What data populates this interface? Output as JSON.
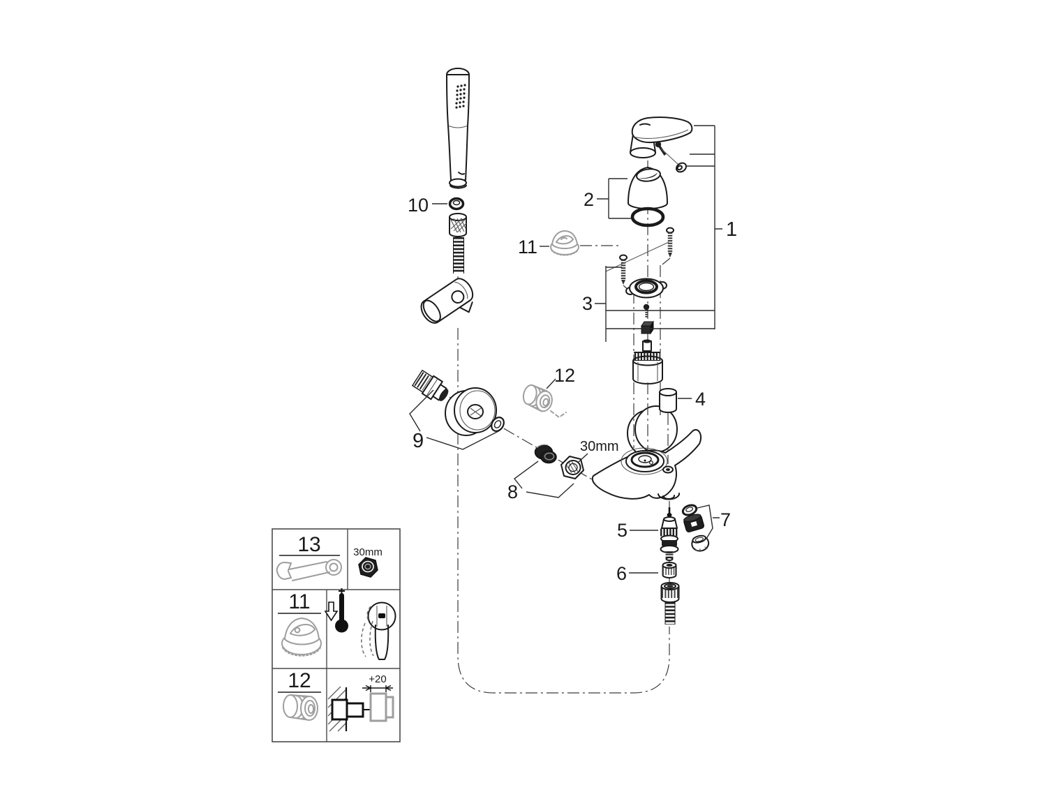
{
  "colors": {
    "ink": "#1a1a1a",
    "gray_part": "#9e9e9e",
    "dark_fill": "#1f1f1f",
    "background": "#ffffff"
  },
  "callouts": {
    "c1": "1",
    "c2": "2",
    "c3": "3",
    "c4": "4",
    "c5": "5",
    "c6": "6",
    "c7": "7",
    "c8": "8",
    "c9": "9",
    "c10": "10",
    "c11": "11",
    "c12": "12"
  },
  "annotations": {
    "nut_size": "30mm"
  },
  "legend": {
    "rows": [
      {
        "num": "13",
        "tool_size": "30mm"
      },
      {
        "num": "11"
      },
      {
        "num": "12",
        "offset": "+20"
      }
    ]
  }
}
